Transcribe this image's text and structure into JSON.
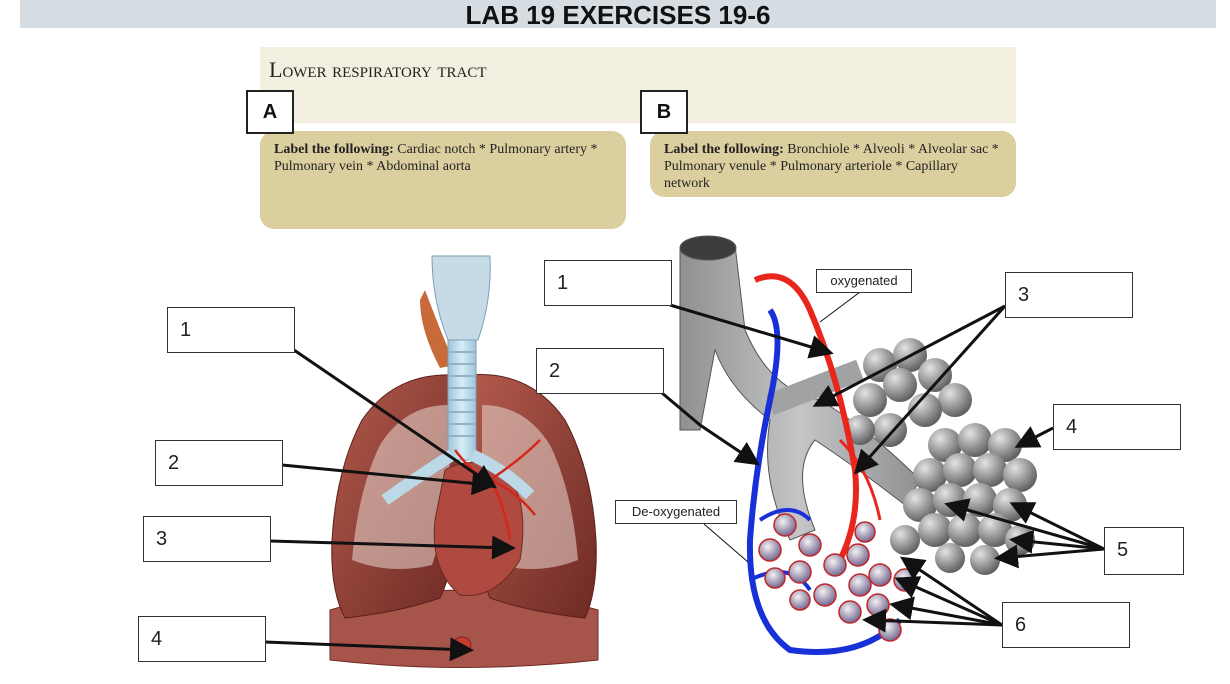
{
  "header": {
    "title": "LAB 19 EXERCISES 19-6"
  },
  "section": {
    "title": "Lower respiratory tract"
  },
  "panel_a": {
    "letter": "A",
    "instruction_label": "Label the following:",
    "instruction_items": "Cardiac notch * Pulmonary artery * Pulmonary vein * Abdominal aorta"
  },
  "panel_b": {
    "letter": "B",
    "instruction_label": "Label the following:",
    "instruction_items": "Bronchiole * Alveoli * Alveolar sac * Pulmonary venule * Pulmonary arteriole * Capillary network"
  },
  "diagram_a": {
    "labels": [
      "1",
      "2",
      "3",
      "4"
    ]
  },
  "diagram_b": {
    "labels": [
      "1",
      "2",
      "3",
      "4",
      "5",
      "6"
    ],
    "tag_oxygenated": "oxygenated",
    "tag_deoxygenated": "De-oxygenated"
  },
  "colors": {
    "oxygenated": "#e8261c",
    "deoxygenated": "#1730d8",
    "bronchiole": "#a9abae",
    "alveoli": "#8a8c8e",
    "panel": "#dbcf9f",
    "lung": "#8c3a32"
  }
}
